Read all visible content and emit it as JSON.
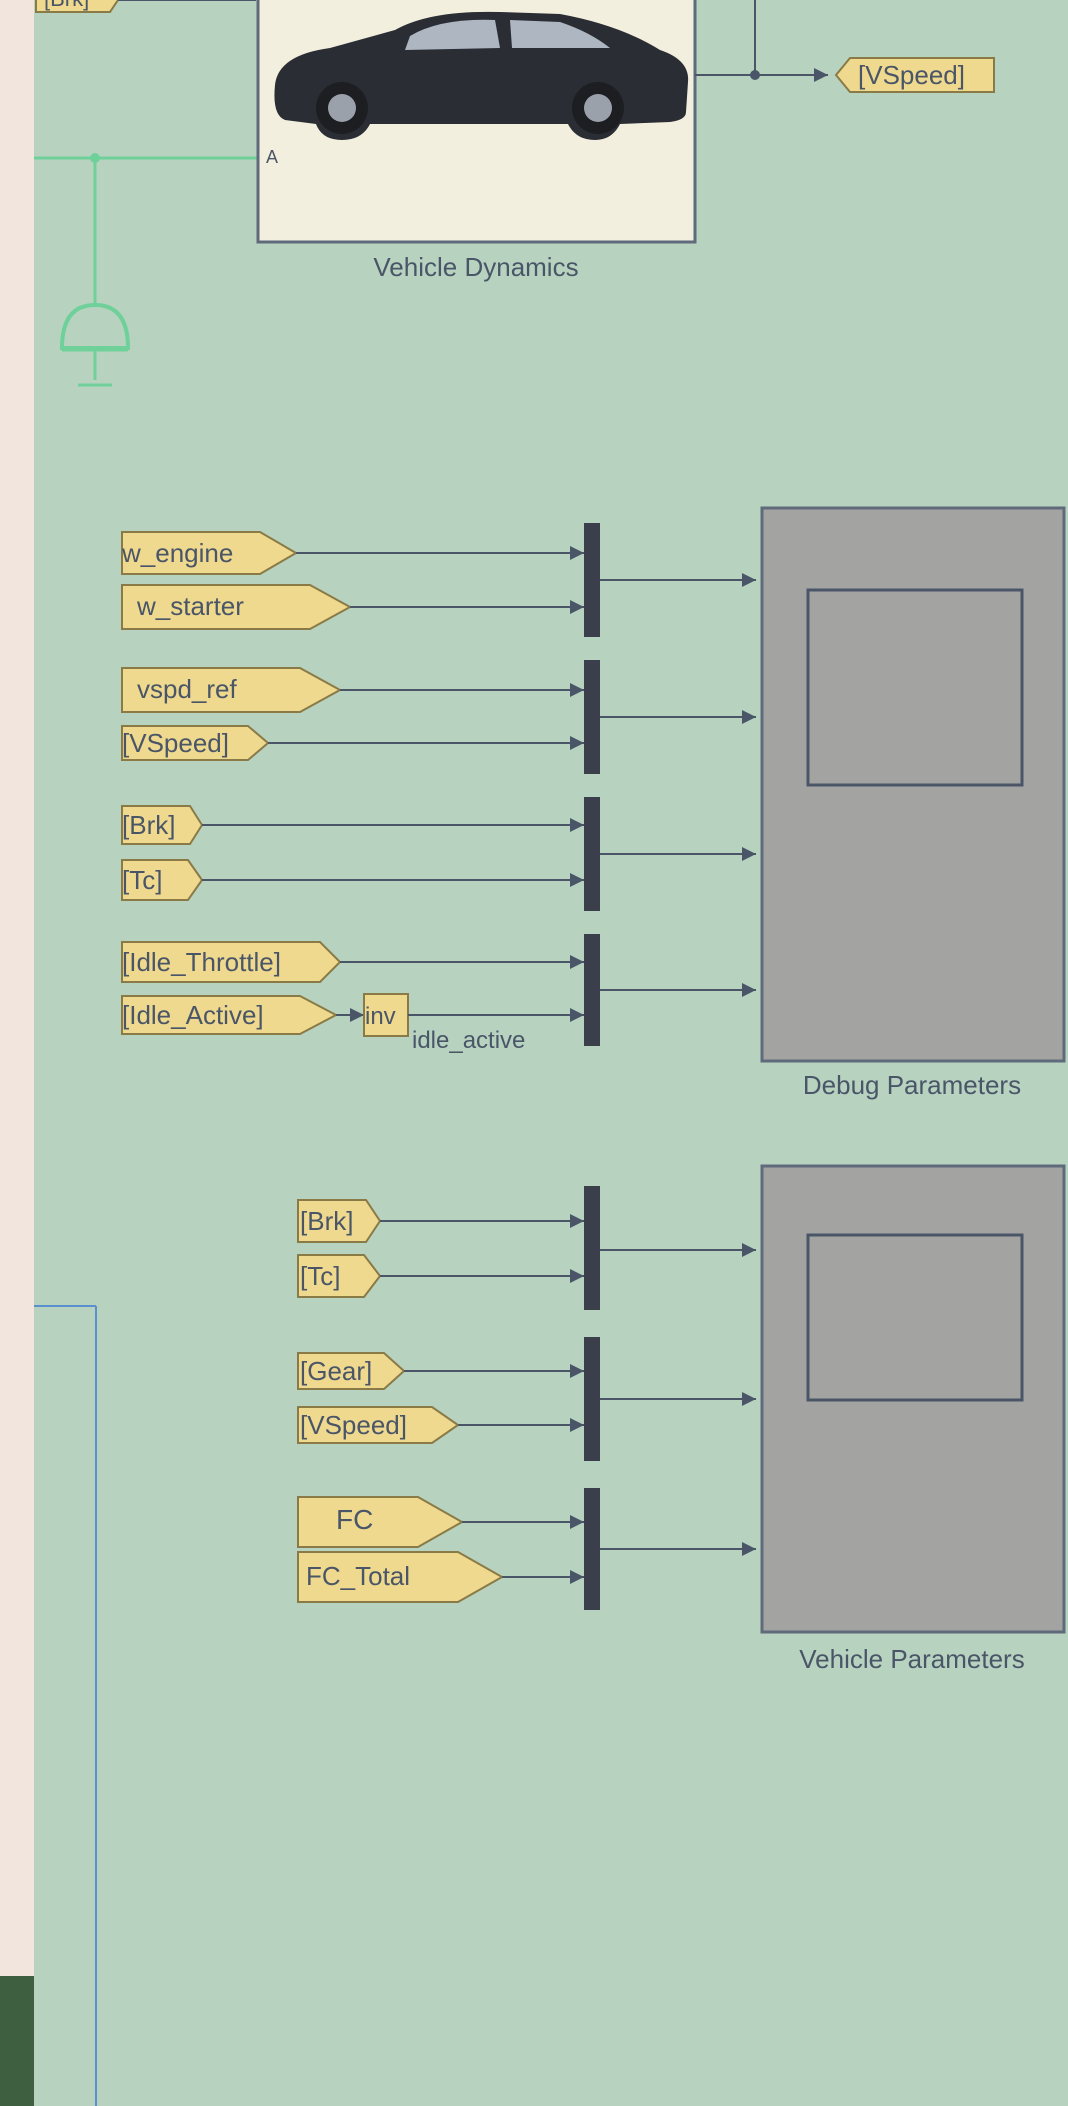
{
  "canvas": {
    "background": "#b7d3c0",
    "line_color": "#4a5668",
    "goto_fill": "#efd98e"
  },
  "top_section": {
    "vehicle_block": {
      "label": "Vehicle Dynamics",
      "port_label_a": "A",
      "image": "car-icon"
    },
    "outputs": [
      {
        "text": "[VSpeed]"
      }
    ],
    "inputs_partial": [
      {
        "text": "[Brk]"
      }
    ],
    "ground_icon": "ground-icon"
  },
  "debug_section": {
    "scope_label": "Debug Parameters",
    "tags": {
      "w_engine": "w_engine",
      "w_starter": "w_starter",
      "vspd_ref": "vspd_ref",
      "vspeed": "[VSpeed]",
      "brk": "[Brk]",
      "tc": "[Tc]",
      "idle_throttle": "[Idle_Throttle]",
      "idle_active": "[Idle_Active]"
    },
    "not_block_text": "inv",
    "signal_label": "idle_active"
  },
  "vehicle_section": {
    "scope_label": "Vehicle Parameters",
    "tags": {
      "brk": "[Brk]",
      "tc": "[Tc]",
      "gear": "[Gear]",
      "vspeed": "[VSpeed]",
      "fc": "FC",
      "fc_total": "FC_Total"
    }
  }
}
